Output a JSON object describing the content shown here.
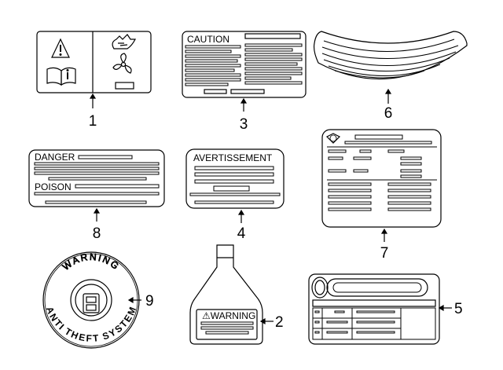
{
  "callouts": [
    "1",
    "2",
    "3",
    "4",
    "5",
    "6",
    "7",
    "8",
    "9"
  ],
  "label_text": {
    "caution": "CAUTION",
    "danger": "DANGER",
    "poison": "POISON",
    "avertissement": "AVERTISSEMENT",
    "warning_bottle": "⚠WARNING",
    "seal_top": "WARNING",
    "seal_bottom": "ANTI THEFT SYSTEM"
  }
}
